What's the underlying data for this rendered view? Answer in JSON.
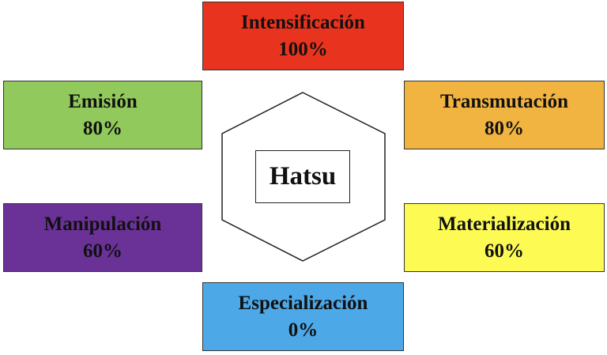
{
  "center": {
    "label": "Hatsu"
  },
  "categories": [
    {
      "id": "intensificacion",
      "name": "Intensificación",
      "value": "100%",
      "color": "#e8331f"
    },
    {
      "id": "emision",
      "name": "Emisión",
      "value": "80%",
      "color": "#92c95c"
    },
    {
      "id": "transmutacion",
      "name": "Transmutación",
      "value": "80%",
      "color": "#f2b440"
    },
    {
      "id": "manipulacion",
      "name": "Manipulación",
      "value": "60%",
      "color": "#6a3197"
    },
    {
      "id": "materializacion",
      "name": "Materialización",
      "value": "60%",
      "color": "#fdfb53"
    },
    {
      "id": "especializacion",
      "name": "Especialización",
      "value": "0%",
      "color": "#4da8e8"
    }
  ]
}
